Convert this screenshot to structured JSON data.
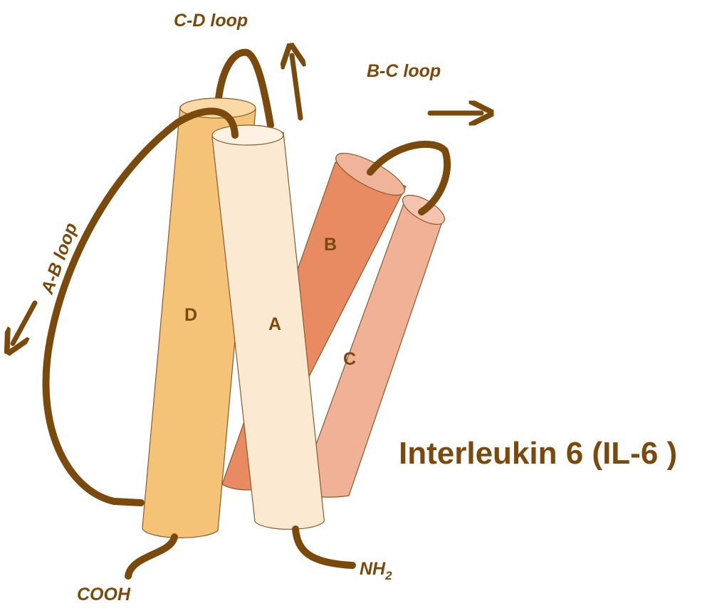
{
  "colors": {
    "stroke": "#7a4a0c",
    "helix_A": "#fbe9d2",
    "helix_A_top": "#fdf1e2",
    "helix_B": "#e88a62",
    "helix_B_top": "#f0b49a",
    "helix_C": "#f0b196",
    "helix_C_top": "#f4c4ae",
    "helix_D": "#f4c377",
    "helix_D_top": "#fad9a6",
    "outline": "#8a5a2a"
  },
  "title": "Interleukin 6 (IL-6 )",
  "helices": {
    "A": "A",
    "B": "B",
    "C": "C",
    "D": "D"
  },
  "loops": {
    "ab": "A-B loop",
    "bc": "B-C loop",
    "cd": "C-D loop"
  },
  "termini": {
    "n_base": "NH",
    "n_sub": "2",
    "c": "COOH"
  }
}
